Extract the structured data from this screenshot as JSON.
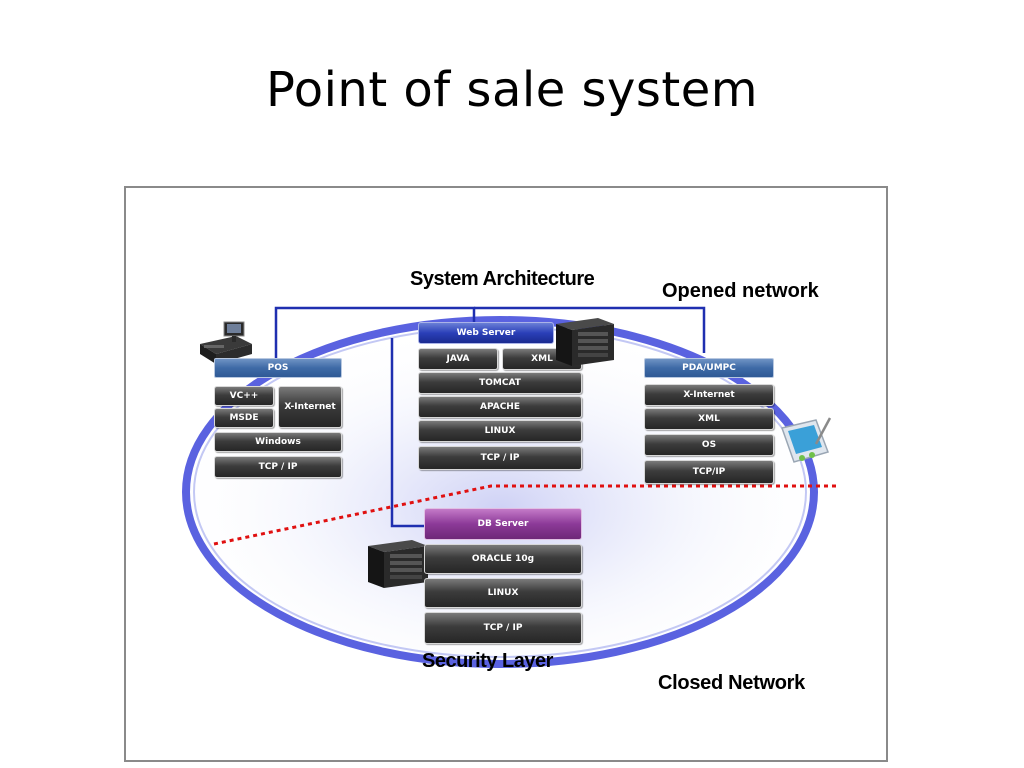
{
  "slide": {
    "title": "Point of sale system"
  },
  "diagram": {
    "labels": {
      "system_architecture": "System Architecture",
      "opened_network": "Opened network",
      "closed_network": "Closed Network",
      "security_layer": "Security Layer"
    },
    "pos": {
      "header": "POS",
      "vcpp": "VC++",
      "msde": "MSDE",
      "x_internet": "X-Internet",
      "windows": "Windows",
      "tcpip": "TCP / IP"
    },
    "web_server": {
      "header": "Web Server",
      "java": "JAVA",
      "xml": "XML",
      "tomcat": "TOMCAT",
      "apache": "APACHE",
      "linux": "LINUX",
      "tcpip": "TCP / IP"
    },
    "pda": {
      "header": "PDA/UMPC",
      "x_internet": "X-Internet",
      "xml": "XML",
      "os": "OS",
      "tcpip": "TCP/IP"
    },
    "db_server": {
      "header": "DB Server",
      "oracle": "ORACLE 10g",
      "linux": "LINUX",
      "tcpip": "TCP / IP"
    },
    "colors": {
      "ellipse": "#5a62e0",
      "connector": "#1f2fb0",
      "security_line": "#e01010"
    },
    "icons": [
      "pos-terminal-icon",
      "server-tower-icon",
      "pda-icon"
    ]
  }
}
